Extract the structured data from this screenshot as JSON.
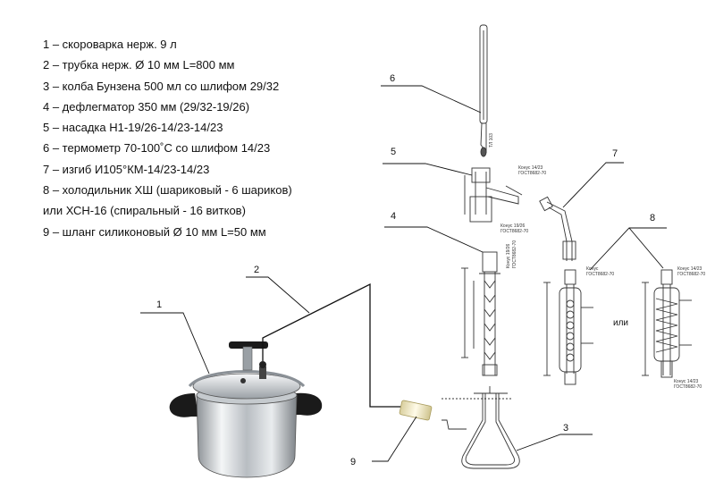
{
  "legend": [
    "1 – скороварка нерж. 9 л",
    "2 – трубка нерж. Ø 10 мм L=800 мм",
    "3 – колба Бунзена 500 мл со шлифом 29/32",
    "4 – дефлегматор 350 мм  (29/32-19/26)",
    "5 – насадка Н1-19/26-14/23-14/23",
    "6 – термометр 70-100˚С со шлифом 14/23",
    "7 – изгиб И105°КМ-14/23-14/23",
    "8 – холодильник ХШ (шариковый - 6 шариков)",
    "или ХСН-16 (спиральный - 16 витков)",
    "9 – шланг силиконовый Ø 10 мм L=50 мм"
  ],
  "callouts": {
    "n1": "1",
    "n2": "2",
    "n3": "3",
    "n4": "4",
    "n5": "5",
    "n6": "6",
    "n7": "7",
    "n8": "8",
    "n9": "9"
  },
  "or_label": "или",
  "drawing_labels": {
    "thermo_mark": "ТЛ 103",
    "nas_cone": "Конус 14/23",
    "nas_gost": "ГОСТ8682-70",
    "nas_cone2": "Конус 19/26",
    "nas_gost2": "ГОСТ8682-70",
    "def_cone": "Конус 19/26",
    "def_gost": "ГОСТ8682-70",
    "kh_cone": "Конус",
    "kh_gost": "ГОСТ8682-70",
    "sp_cone": "Конус 14/23",
    "sp_gost": "ГОСТ8682-70",
    "sp_cone2": "Конус 14/23",
    "sp_gost2": "ГОСТ8682-70"
  },
  "colors": {
    "line": "#111111",
    "glass": "#333333",
    "steel": "#c8ccd0",
    "handle": "#1a1a1a",
    "hose": "#f2ead0"
  }
}
